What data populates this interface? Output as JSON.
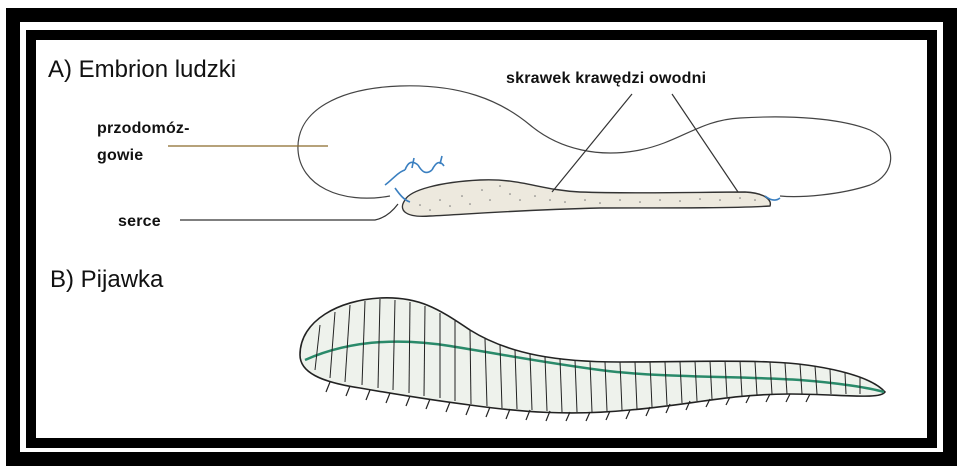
{
  "panel_a": {
    "title": "A) Embrion ludzki",
    "label_amnion": "skrawek krawędzi owodni",
    "label_forebrain_line1": "przodomóz-",
    "label_forebrain_line2": "gowie",
    "label_heart": "serce"
  },
  "panel_b": {
    "title": "B) Pijawka"
  },
  "colors": {
    "border": "#000000",
    "outline": "#333333",
    "vessel": "#3a7fc0",
    "leech_band": "#2a8a6a",
    "pointer_line": "#8a6a2a"
  }
}
